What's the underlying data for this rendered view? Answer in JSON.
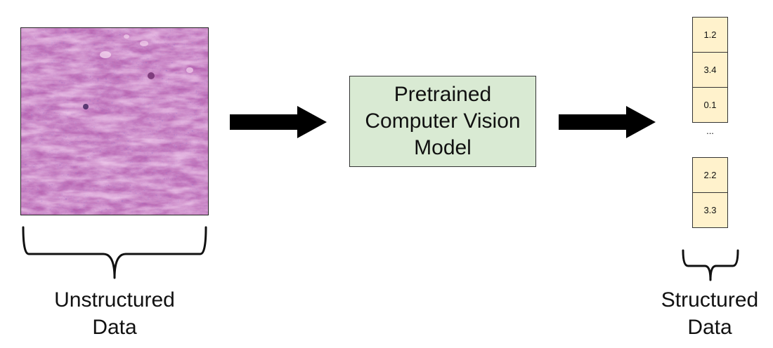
{
  "input": {
    "image_name": "histology-tissue-image",
    "label_lines": [
      "Unstructured",
      "Data"
    ]
  },
  "model": {
    "label_lines": [
      "Pretrained",
      "Computer Vision",
      "Model"
    ],
    "fill_color": "#d9ead3"
  },
  "output": {
    "values_top": [
      "1.2",
      "3.4",
      "0.1"
    ],
    "ellipsis": "...",
    "values_bottom": [
      "2.2",
      "3.3"
    ],
    "label_lines": [
      "Structured",
      "Data"
    ],
    "cell_color": "#fff2cc"
  },
  "arrows": [
    "arrow-icon",
    "arrow-icon"
  ]
}
